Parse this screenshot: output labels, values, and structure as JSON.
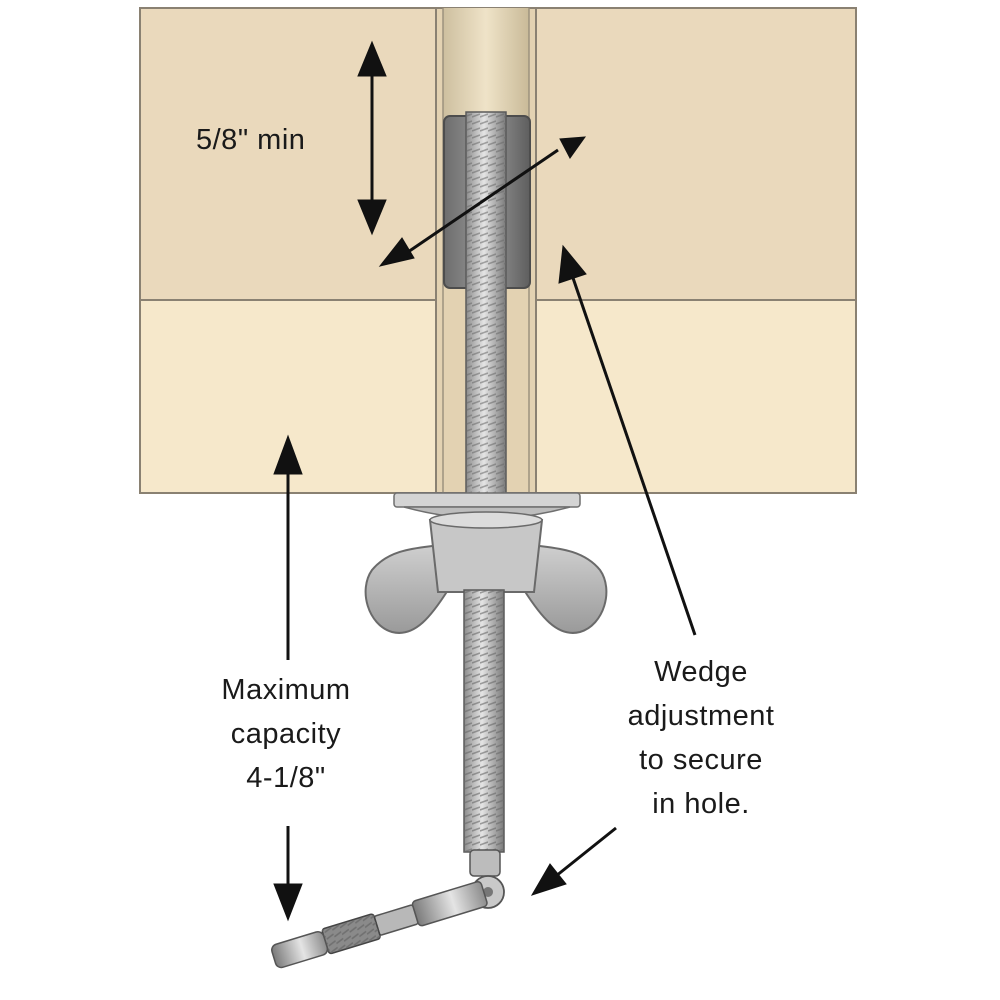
{
  "labels": {
    "min_depth": "5/8\" min",
    "capacity": [
      "Maximum",
      "capacity",
      "4-1/8\""
    ],
    "wedge": [
      "Wedge",
      "adjustment",
      "to secure",
      "in hole."
    ]
  },
  "colors": {
    "upper_board": "#ead9bc",
    "lower_board": "#f6e8cb",
    "board_edge": "#8a8172",
    "dowel": "#e6d7bb",
    "metal": "#b4b4b4",
    "metal_dark": "#6f6f6f",
    "ink": "#111111"
  }
}
